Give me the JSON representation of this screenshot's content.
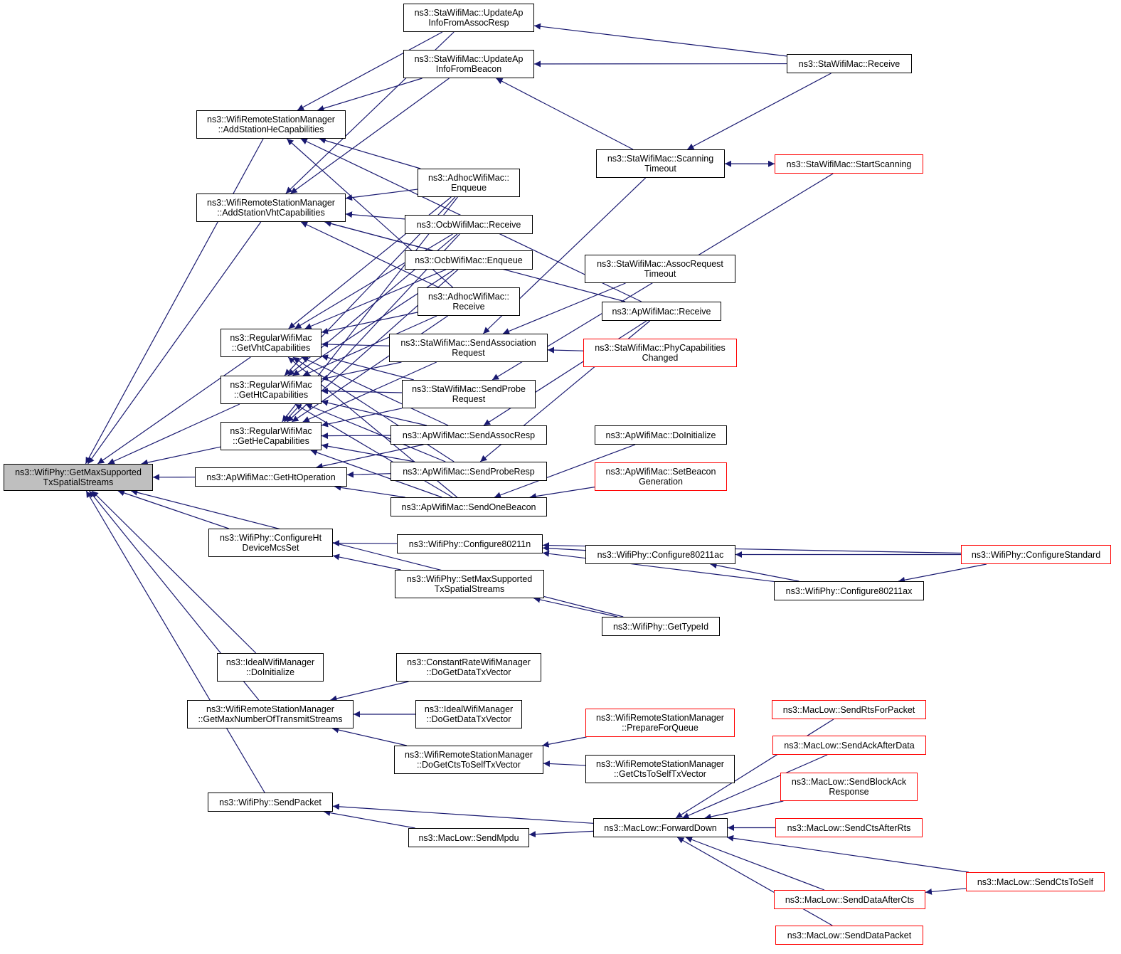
{
  "colors": {
    "edge": "#191970",
    "border": "#000000",
    "truncated_border": "#ff0000",
    "focus_fill": "#bfbfbf",
    "background": "#ffffff"
  },
  "nodes": [
    {
      "id": "root",
      "label": "ns3::WifiPhy::GetMaxSupported\nTxSpatialStreams",
      "focus": true
    },
    {
      "id": "addHe",
      "label": "ns3::WifiRemoteStationManager\n::AddStationHeCapabilities"
    },
    {
      "id": "addVht",
      "label": "ns3::WifiRemoteStationManager\n::AddStationVhtCapabilities"
    },
    {
      "id": "getVht",
      "label": "ns3::RegularWifiMac\n::GetVhtCapabilities"
    },
    {
      "id": "getHt",
      "label": "ns3::RegularWifiMac\n::GetHtCapabilities"
    },
    {
      "id": "getHe",
      "label": "ns3::RegularWifiMac\n::GetHeCapabilities"
    },
    {
      "id": "getHtOp",
      "label": "ns3::ApWifiMac::GetHtOperation"
    },
    {
      "id": "cfgHt",
      "label": "ns3::WifiPhy::ConfigureHt\nDeviceMcsSet"
    },
    {
      "id": "idealInit",
      "label": "ns3::IdealWifiManager\n::DoInitialize"
    },
    {
      "id": "getMaxNum",
      "label": "ns3::WifiRemoteStationManager\n::GetMaxNumberOfTransmitStreams"
    },
    {
      "id": "sendPacket",
      "label": "ns3::WifiPhy::SendPacket"
    },
    {
      "id": "updAssoc",
      "label": "ns3::StaWifiMac::UpdateAp\nInfoFromAssocResp"
    },
    {
      "id": "updBeacon",
      "label": "ns3::StaWifiMac::UpdateAp\nInfoFromBeacon"
    },
    {
      "id": "adhocEnq",
      "label": "ns3::AdhocWifiMac::\nEnqueue"
    },
    {
      "id": "ocbRecv",
      "label": "ns3::OcbWifiMac::Receive"
    },
    {
      "id": "ocbEnq",
      "label": "ns3::OcbWifiMac::Enqueue"
    },
    {
      "id": "adhocRecv",
      "label": "ns3::AdhocWifiMac::\nReceive"
    },
    {
      "id": "sendAssocReq",
      "label": "ns3::StaWifiMac::SendAssociation\nRequest"
    },
    {
      "id": "sendProbeReq",
      "label": "ns3::StaWifiMac::SendProbe\nRequest"
    },
    {
      "id": "sendAssocResp",
      "label": "ns3::ApWifiMac::SendAssocResp"
    },
    {
      "id": "sendProbeResp",
      "label": "ns3::ApWifiMac::SendProbeResp"
    },
    {
      "id": "sendBeacon",
      "label": "ns3::ApWifiMac::SendOneBeacon"
    },
    {
      "id": "cfgN",
      "label": "ns3::WifiPhy::Configure80211n"
    },
    {
      "id": "setMax",
      "label": "ns3::WifiPhy::SetMaxSupported\nTxSpatialStreams"
    },
    {
      "id": "constRate",
      "label": "ns3::ConstantRateWifiManager\n::DoGetDataTxVector"
    },
    {
      "id": "idealData",
      "label": "ns3::IdealWifiManager\n::DoGetDataTxVector"
    },
    {
      "id": "doGetCts",
      "label": "ns3::WifiRemoteStationManager\n::DoGetCtsToSelfTxVector"
    },
    {
      "id": "sendMpdu",
      "label": "ns3::MacLow::SendMpdu"
    },
    {
      "id": "scanTimeout",
      "label": "ns3::StaWifiMac::Scanning\nTimeout"
    },
    {
      "id": "assocTimeout",
      "label": "ns3::StaWifiMac::AssocRequest\nTimeout"
    },
    {
      "id": "apRecv",
      "label": "ns3::ApWifiMac::Receive"
    },
    {
      "id": "phyCap",
      "label": "ns3::StaWifiMac::PhyCapabilities\nChanged",
      "truncated": true
    },
    {
      "id": "apInit",
      "label": "ns3::ApWifiMac::DoInitialize"
    },
    {
      "id": "setBeacon",
      "label": "ns3::ApWifiMac::SetBeacon\nGeneration",
      "truncated": true
    },
    {
      "id": "cfgAc",
      "label": "ns3::WifiPhy::Configure80211ac"
    },
    {
      "id": "getTypeId",
      "label": "ns3::WifiPhy::GetTypeId"
    },
    {
      "id": "prepQueue",
      "label": "ns3::WifiRemoteStationManager\n::PrepareForQueue",
      "truncated": true
    },
    {
      "id": "getCtsSelf",
      "label": "ns3::WifiRemoteStationManager\n::GetCtsToSelfTxVector"
    },
    {
      "id": "fwdDown",
      "label": "ns3::MacLow::ForwardDown"
    },
    {
      "id": "staRecv",
      "label": "ns3::StaWifiMac::Receive"
    },
    {
      "id": "startScan",
      "label": "ns3::StaWifiMac::StartScanning",
      "truncated": true
    },
    {
      "id": "cfgAx",
      "label": "ns3::WifiPhy::Configure80211ax"
    },
    {
      "id": "cfgStd",
      "label": "ns3::WifiPhy::ConfigureStandard",
      "truncated": true
    },
    {
      "id": "rtsPkt",
      "label": "ns3::MacLow::SendRtsForPacket",
      "truncated": true
    },
    {
      "id": "ackData",
      "label": "ns3::MacLow::SendAckAfterData",
      "truncated": true
    },
    {
      "id": "blockAck",
      "label": "ns3::MacLow::SendBlockAck\nResponse",
      "truncated": true
    },
    {
      "id": "ctsRts",
      "label": "ns3::MacLow::SendCtsAfterRts",
      "truncated": true
    },
    {
      "id": "ctsSelf",
      "label": "ns3::MacLow::SendCtsToSelf",
      "truncated": true
    },
    {
      "id": "dataCts",
      "label": "ns3::MacLow::SendDataAfterCts",
      "truncated": true
    },
    {
      "id": "dataPkt",
      "label": "ns3::MacLow::SendDataPacket",
      "truncated": true
    }
  ],
  "edges": [
    [
      "addHe",
      "root"
    ],
    [
      "addVht",
      "root"
    ],
    [
      "getVht",
      "root"
    ],
    [
      "getHt",
      "root"
    ],
    [
      "getHe",
      "root"
    ],
    [
      "getHtOp",
      "root"
    ],
    [
      "cfgHt",
      "root"
    ],
    [
      "getTypeId",
      "root"
    ],
    [
      "idealInit",
      "root"
    ],
    [
      "getMaxNum",
      "root"
    ],
    [
      "sendPacket",
      "root"
    ],
    [
      "updAssoc",
      "addHe"
    ],
    [
      "updBeacon",
      "addHe"
    ],
    [
      "adhocEnq",
      "addHe"
    ],
    [
      "apRecv",
      "addHe"
    ],
    [
      "adhocRecv",
      "addHe"
    ],
    [
      "updAssoc",
      "addVht"
    ],
    [
      "updBeacon",
      "addVht"
    ],
    [
      "adhocEnq",
      "addVht"
    ],
    [
      "ocbRecv",
      "addVht"
    ],
    [
      "ocbEnq",
      "addVht"
    ],
    [
      "adhocRecv",
      "addVht"
    ],
    [
      "apRecv",
      "addVht"
    ],
    [
      "adhocEnq",
      "getVht"
    ],
    [
      "ocbRecv",
      "getVht"
    ],
    [
      "ocbEnq",
      "getVht"
    ],
    [
      "adhocRecv",
      "getVht"
    ],
    [
      "sendAssocReq",
      "getVht"
    ],
    [
      "sendProbeReq",
      "getVht"
    ],
    [
      "sendAssocResp",
      "getVht"
    ],
    [
      "sendProbeResp",
      "getVht"
    ],
    [
      "sendBeacon",
      "getVht"
    ],
    [
      "adhocEnq",
      "getHt"
    ],
    [
      "ocbRecv",
      "getHt"
    ],
    [
      "ocbEnq",
      "getHt"
    ],
    [
      "adhocRecv",
      "getHt"
    ],
    [
      "sendAssocReq",
      "getHt"
    ],
    [
      "sendProbeReq",
      "getHt"
    ],
    [
      "sendAssocResp",
      "getHt"
    ],
    [
      "sendProbeResp",
      "getHt"
    ],
    [
      "sendBeacon",
      "getHt"
    ],
    [
      "adhocEnq",
      "getHe"
    ],
    [
      "ocbRecv",
      "getHe"
    ],
    [
      "ocbEnq",
      "getHe"
    ],
    [
      "adhocRecv",
      "getHe"
    ],
    [
      "sendAssocReq",
      "getHe"
    ],
    [
      "sendProbeReq",
      "getHe"
    ],
    [
      "sendAssocResp",
      "getHe"
    ],
    [
      "sendProbeResp",
      "getHe"
    ],
    [
      "sendBeacon",
      "getHe"
    ],
    [
      "sendAssocResp",
      "getHtOp"
    ],
    [
      "sendProbeResp",
      "getHtOp"
    ],
    [
      "sendBeacon",
      "getHtOp"
    ],
    [
      "cfgN",
      "cfgHt"
    ],
    [
      "setMax",
      "cfgHt"
    ],
    [
      "constRate",
      "getMaxNum"
    ],
    [
      "idealData",
      "getMaxNum"
    ],
    [
      "doGetCts",
      "getMaxNum"
    ],
    [
      "sendMpdu",
      "sendPacket"
    ],
    [
      "fwdDown",
      "sendPacket"
    ],
    [
      "staRecv",
      "updAssoc"
    ],
    [
      "staRecv",
      "updBeacon"
    ],
    [
      "scanTimeout",
      "updBeacon"
    ],
    [
      "scanTimeout",
      "sendAssocReq"
    ],
    [
      "assocTimeout",
      "sendAssocReq"
    ],
    [
      "phyCap",
      "sendAssocReq"
    ],
    [
      "startScan",
      "sendProbeReq"
    ],
    [
      "apRecv",
      "sendAssocResp"
    ],
    [
      "apRecv",
      "sendProbeResp"
    ],
    [
      "apInit",
      "sendBeacon"
    ],
    [
      "setBeacon",
      "sendBeacon"
    ],
    [
      "cfgAc",
      "cfgN"
    ],
    [
      "cfgAx",
      "cfgN"
    ],
    [
      "cfgStd",
      "cfgN"
    ],
    [
      "getTypeId",
      "setMax"
    ],
    [
      "prepQueue",
      "doGetCts"
    ],
    [
      "getCtsSelf",
      "doGetCts"
    ],
    [
      "fwdDown",
      "sendMpdu"
    ],
    [
      "staRecv",
      "scanTimeout"
    ],
    [
      "startScan",
      "scanTimeout"
    ],
    [
      "scanTimeout",
      "startScan"
    ],
    [
      "cfgAx",
      "cfgAc"
    ],
    [
      "cfgStd",
      "cfgAc"
    ],
    [
      "cfgStd",
      "cfgAx"
    ],
    [
      "rtsPkt",
      "fwdDown"
    ],
    [
      "ackData",
      "fwdDown"
    ],
    [
      "blockAck",
      "fwdDown"
    ],
    [
      "ctsRts",
      "fwdDown"
    ],
    [
      "ctsSelf",
      "fwdDown"
    ],
    [
      "dataCts",
      "fwdDown"
    ],
    [
      "dataPkt",
      "fwdDown"
    ],
    [
      "ctsSelf",
      "dataCts"
    ]
  ]
}
